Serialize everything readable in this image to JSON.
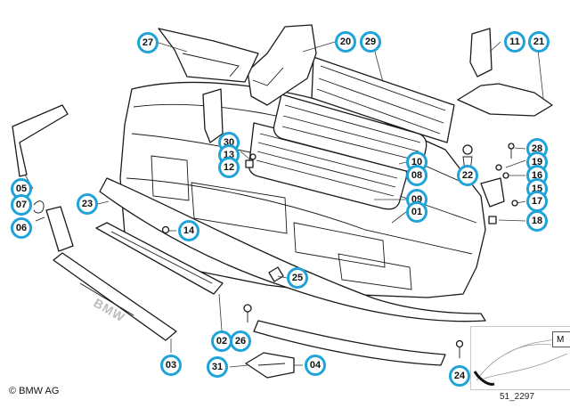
{
  "callouts": [
    {
      "id": "c27",
      "label": "27"
    },
    {
      "id": "c20",
      "label": "20"
    },
    {
      "id": "c29",
      "label": "29"
    },
    {
      "id": "c11",
      "label": "11"
    },
    {
      "id": "c21",
      "label": "21"
    },
    {
      "id": "c28",
      "label": "28"
    },
    {
      "id": "c19",
      "label": "19"
    },
    {
      "id": "c16",
      "label": "16"
    },
    {
      "id": "c15",
      "label": "15"
    },
    {
      "id": "c17",
      "label": "17"
    },
    {
      "id": "c18",
      "label": "18"
    },
    {
      "id": "c22",
      "label": "22"
    },
    {
      "id": "c30",
      "label": "30"
    },
    {
      "id": "c13",
      "label": "13"
    },
    {
      "id": "c12",
      "label": "12"
    },
    {
      "id": "c10",
      "label": "10"
    },
    {
      "id": "c08",
      "label": "08"
    },
    {
      "id": "c09",
      "label": "09"
    },
    {
      "id": "c01",
      "label": "01"
    },
    {
      "id": "c05",
      "label": "05"
    },
    {
      "id": "c07",
      "label": "07"
    },
    {
      "id": "c06",
      "label": "06"
    },
    {
      "id": "c23",
      "label": "23"
    },
    {
      "id": "c14",
      "label": "14"
    },
    {
      "id": "c25",
      "label": "25"
    },
    {
      "id": "c02",
      "label": "02"
    },
    {
      "id": "c26",
      "label": "26"
    },
    {
      "id": "c03",
      "label": "03"
    },
    {
      "id": "c31",
      "label": "31"
    },
    {
      "id": "c04",
      "label": "04"
    },
    {
      "id": "c24",
      "label": "24"
    }
  ],
  "copyright": "© BMW AG",
  "reference_code": "51_2297",
  "corner_tag": "M",
  "plate_text": "BMW",
  "accent_color": "#1fa3d8"
}
